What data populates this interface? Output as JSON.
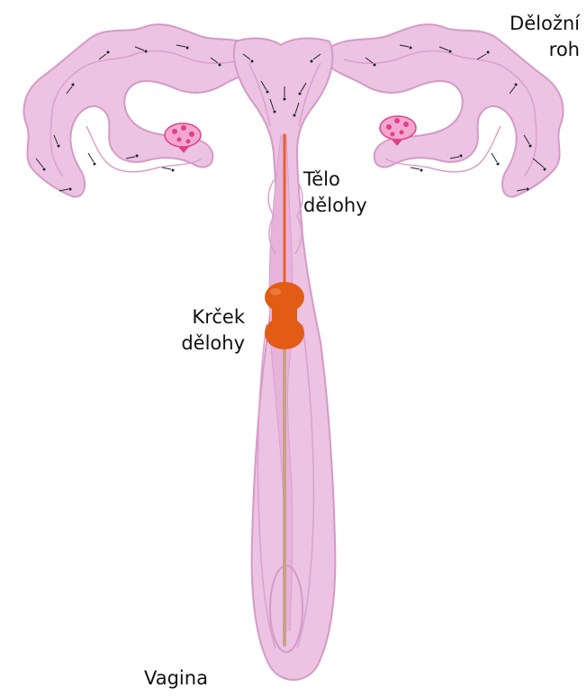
{
  "labels": {
    "uterine_horn": [
      "Děložní",
      "roh"
    ],
    "uterine_body": [
      "Tělo",
      "dělohy"
    ],
    "cervix": [
      "Krček",
      "dělohy"
    ],
    "vagina": "Vagina"
  },
  "colors": {
    "tissue_fill": "#ecc3e2",
    "tissue_outline": "#d49ac8",
    "inner_lining": "#e0a6d3",
    "ovary": "#e0408a",
    "catheter_red": "#e8602a",
    "catheter_shaft": "#c9a08a",
    "balloon": "#e25c16",
    "sperm_marks": "#222222"
  }
}
